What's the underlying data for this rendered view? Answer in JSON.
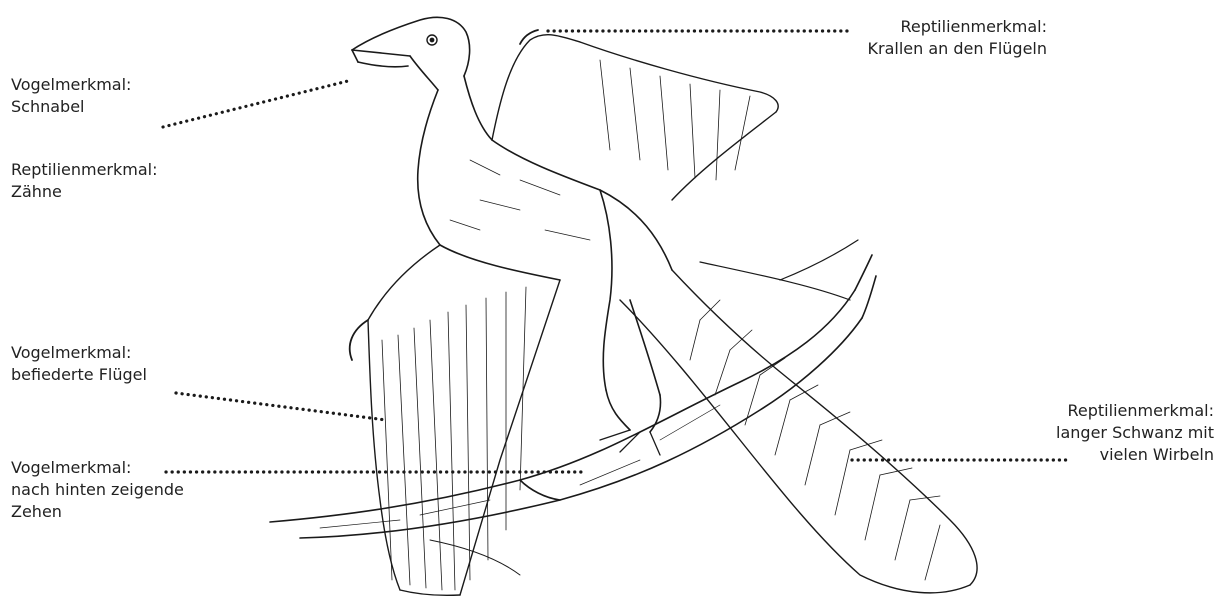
{
  "labels": {
    "beak": {
      "category": "Vogelmerkmal:",
      "feature": "Schnabel"
    },
    "teeth": {
      "category": "Reptilienmerkmal:",
      "feature": "Zähne"
    },
    "claws": {
      "category": "Reptilienmerkmal:",
      "feature": "Krallen an den Flügeln"
    },
    "wings": {
      "category": "Vogelmerkmal:",
      "feature": "befiederte Flügel"
    },
    "toes": {
      "category": "Vogelmerkmal:",
      "feature_line1": "nach hinten zeigende",
      "feature_line2": "Zehen"
    },
    "tail": {
      "category": "Reptilienmerkmal:",
      "feature_line1": "langer Schwanz mit",
      "feature_line2": "vielen Wirbeln"
    }
  },
  "colors": {
    "text": "#222222",
    "line": "#1a1a1a",
    "background": "#ffffff"
  }
}
